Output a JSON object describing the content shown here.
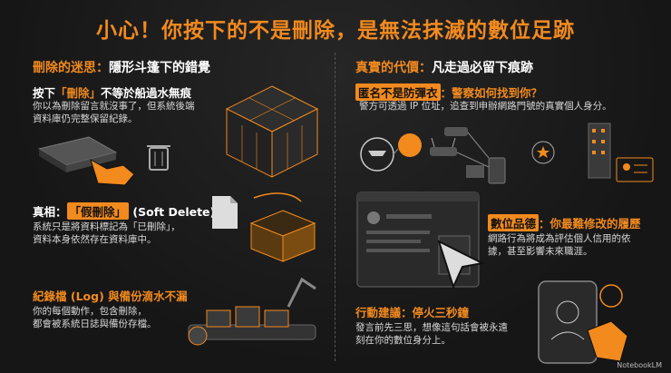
{
  "title": "小心！你按下的不是刪除，是無法抹滅的數位足跡",
  "left": {
    "heading_a": "刪除的迷思：",
    "heading_b": "隱形斗篷下的錯覺",
    "s1_title_a": "按下",
    "s1_title_b": "「刪除」",
    "s1_title_c": "不等於船過水無痕",
    "s1_body1": "你以為刪除留言就沒事了，但系統後端",
    "s1_body2": "資料庫仍完整保留紀錄。",
    "s2_title_a": "真相：",
    "s2_title_b": "「假刪除」",
    "s2_title_c": "(Soft Delete)",
    "s2_body1": "系統只是將資料標記為「已刪除」，",
    "s2_body2": "資料本身依然存在資料庫中。",
    "s3_title_a": "紀錄檔 (Log) 與備份滴水不漏",
    "s3_body1": "你的每個動作，包含刪除，",
    "s3_body2": "都會被系統日誌與備份存檔。"
  },
  "right": {
    "heading_a": "真實的代價：",
    "heading_b": "凡走過必留下痕跡",
    "s1_title_a": "匿名不是防彈衣",
    "s1_title_b": "：警察如何找到你？",
    "s1_body1": "警方可透過 IP 位址，追查到申辦網路門號的真實個人身分。",
    "s2_title_a": "數位品德",
    "s2_title_b": "：你最難修改的履歷",
    "s2_body1": "網路行為將成為評估個人信用的依",
    "s2_body2": "據，甚至影響未來職涯。",
    "s3_title_a": "行動建議：停火三秒鐘",
    "s3_body1": "發言前先三思，想像這句話會被永遠",
    "s3_body2": "刻在你的數位身分上。"
  },
  "brand": "NotebookLM",
  "colors": {
    "accent": "#f28a1e",
    "bg": "#1a1a1a"
  }
}
